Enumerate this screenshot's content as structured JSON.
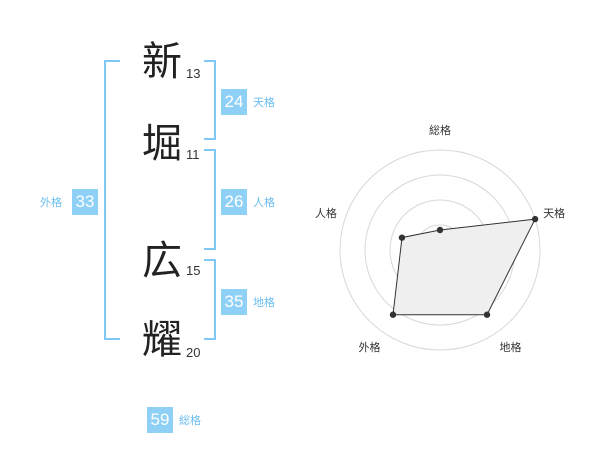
{
  "name": {
    "chars": [
      {
        "char": "新",
        "strokes": "13"
      },
      {
        "char": "堀",
        "strokes": "11"
      },
      {
        "char": "広",
        "strokes": "15"
      },
      {
        "char": "耀",
        "strokes": "20"
      }
    ]
  },
  "grades": {
    "ten": {
      "value": "24",
      "label": "天格"
    },
    "jin": {
      "value": "26",
      "label": "人格"
    },
    "chi": {
      "value": "35",
      "label": "地格"
    },
    "gai": {
      "value": "33",
      "label": "外格"
    },
    "sou": {
      "value": "59",
      "label": "総格"
    }
  },
  "colors": {
    "accent": "#8fd0f6",
    "bracket": "#7fc8f4",
    "label": "#6bbdf0"
  },
  "chart_data": {
    "type": "radar",
    "axes": [
      "総格",
      "天格",
      "地格",
      "外格",
      "人格"
    ],
    "values": [
      0.2,
      1.0,
      0.8,
      0.8,
      0.4
    ],
    "range": [
      0,
      1
    ],
    "rings": 4
  }
}
